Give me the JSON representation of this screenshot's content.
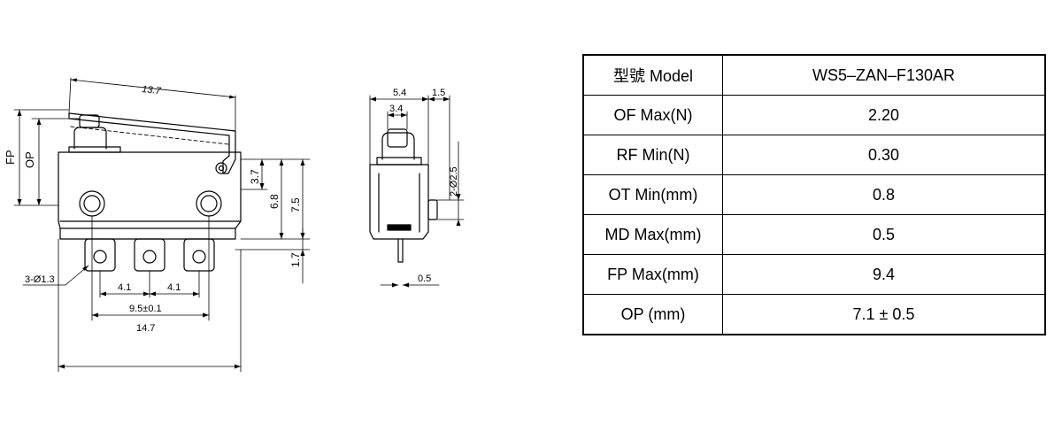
{
  "side_view": {
    "dim_lever_length": "13.7",
    "dim_fp": "FP",
    "dim_op": "OP",
    "dim_3_7": "3.7",
    "dim_6_8": "6.8",
    "dim_7_5": "7.5",
    "dim_1_7": "1.7",
    "dim_holes": "3-Ø1.3",
    "dim_pitch_left": "4.1",
    "dim_pitch_right": "4.1",
    "dim_9_5": "9.5±0.1",
    "dim_14_7": "14.7"
  },
  "end_view": {
    "dim_5_4": "5.4",
    "dim_1_5": "1.5",
    "dim_3_4": "3.4",
    "dim_mount": "2-Ø2.5",
    "dim_0_5": "0.5"
  },
  "spec_table": {
    "rows": [
      {
        "param": "型號 Model",
        "value": "WS5–ZAN–F130AR"
      },
      {
        "param": "OF Max(N)",
        "value": "2.20"
      },
      {
        "param": "RF Min(N)",
        "value": "0.30"
      },
      {
        "param": "OT Min(mm)",
        "value": "0.8"
      },
      {
        "param": "MD Max(mm)",
        "value": "0.5"
      },
      {
        "param": "FP Max(mm)",
        "value": "9.4"
      },
      {
        "param": "OP (mm)",
        "value": "7.1 ± 0.5"
      }
    ]
  }
}
